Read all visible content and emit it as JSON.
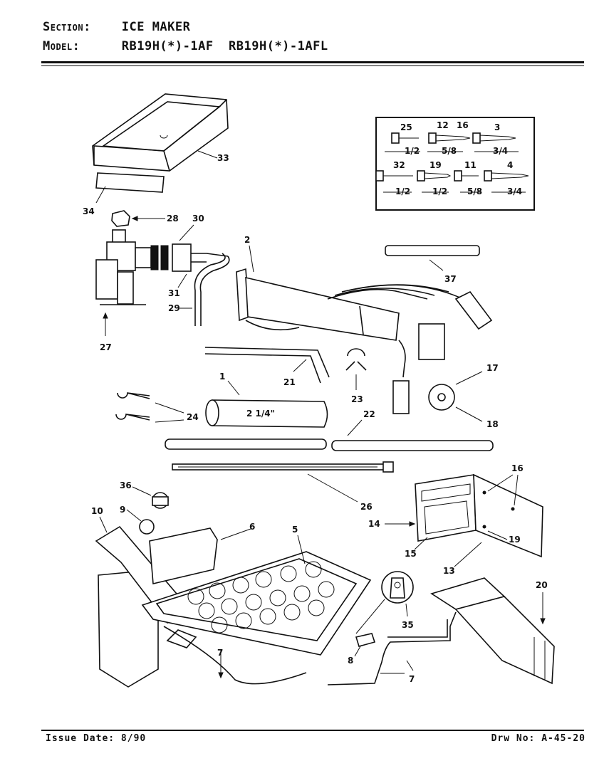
{
  "header": {
    "section_label": "Section:",
    "section_value": "ICE MAKER",
    "model_label": "Model:",
    "model_value": "RB19H(*)-1AF  RB19H(*)-1AFL"
  },
  "footer": {
    "issue_date": "Issue Date: 8/90",
    "drawing_number": "Drw No: A-45-20"
  },
  "callouts": {
    "p1": "1",
    "p2": "2",
    "p3": "3",
    "p4": "4",
    "p5": "5",
    "p6": "6",
    "p7a": "7",
    "p7b": "7",
    "p8": "8",
    "p9": "9",
    "p10": "10",
    "p11": "11",
    "p12": "12",
    "p13": "13",
    "p14": "14",
    "p15": "15",
    "p16a": "16",
    "p16b": "16",
    "p17": "17",
    "p18": "18",
    "p19a": "19",
    "p19b": "19",
    "p20": "20",
    "p21": "21",
    "p22": "22",
    "p23": "23",
    "p24": "24",
    "p25": "25",
    "p26": "26",
    "p27": "27",
    "p28": "28",
    "p29": "29",
    "p30": "30",
    "p31": "31",
    "p32": "32",
    "p33": "33",
    "p34": "34",
    "p35": "35",
    "p36": "36",
    "p37": "37"
  },
  "screw_sizes": {
    "s25": "1/2",
    "s12": "5/8",
    "s3": "3/4",
    "s32": "1/2",
    "s19": "1/2",
    "s11": "5/8",
    "s4": "3/4"
  },
  "tube_length": "2 1/4\""
}
